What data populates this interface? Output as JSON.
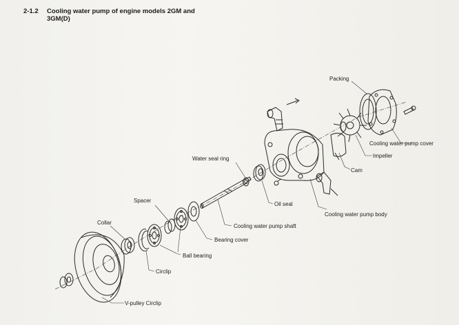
{
  "section": {
    "number": "2-1.2",
    "title_line1": "Cooling water pump of engine models 2GM and",
    "title_line2": "3GM(D)"
  },
  "labels": {
    "packing": "Packing",
    "cover": "Cooling water pump cover",
    "impeller": "Impeller",
    "cam": "Cam",
    "body": "Cooling water pump body",
    "oil_seal": "Oil seal",
    "water_seal_ring": "Water seal ring",
    "shaft": "Cooling water pump shaft",
    "bearing_cover": "Bearing cover",
    "spacer": "Spacer",
    "ball_bearing": "Ball bearing",
    "collar": "Collar",
    "circlip": "Circlip",
    "vpulley": "V-pulley Circlip"
  }
}
